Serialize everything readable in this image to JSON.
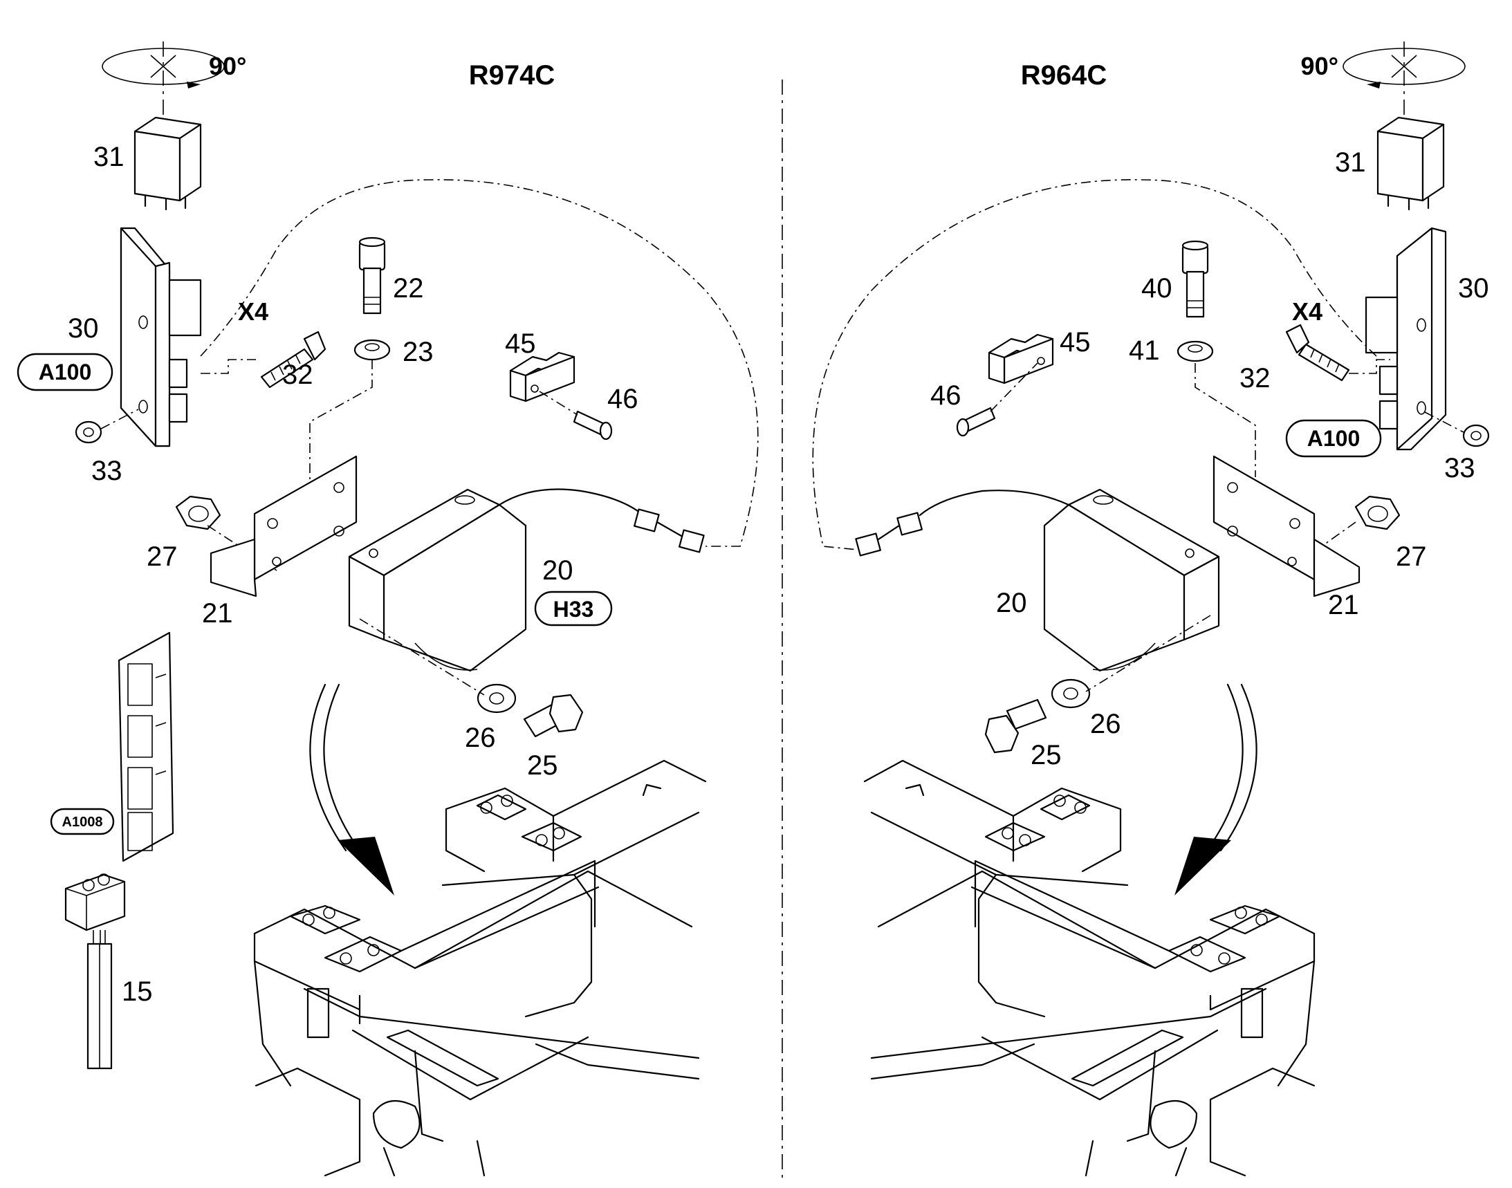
{
  "left": {
    "title": "R974C",
    "rotation": "90°",
    "connector": "X4",
    "badges": {
      "a100": "A100",
      "h33": "H33",
      "a1008": "A1008"
    },
    "parts": {
      "p31": "31",
      "p30": "30",
      "p32": "32",
      "p33": "33",
      "p22": "22",
      "p23": "23",
      "p45": "45",
      "p46": "46",
      "p27": "27",
      "p21": "21",
      "p20": "20",
      "p26": "26",
      "p25": "25",
      "p15": "15"
    }
  },
  "right": {
    "title": "R964C",
    "rotation": "90°",
    "connector": "X4",
    "badges": {
      "a100": "A100"
    },
    "parts": {
      "p31": "31",
      "p30": "30",
      "p32": "32",
      "p33": "33",
      "p40": "40",
      "p41": "41",
      "p45": "45",
      "p46": "46",
      "p27": "27",
      "p21": "21",
      "p20": "20",
      "p26": "26",
      "p25": "25"
    }
  }
}
